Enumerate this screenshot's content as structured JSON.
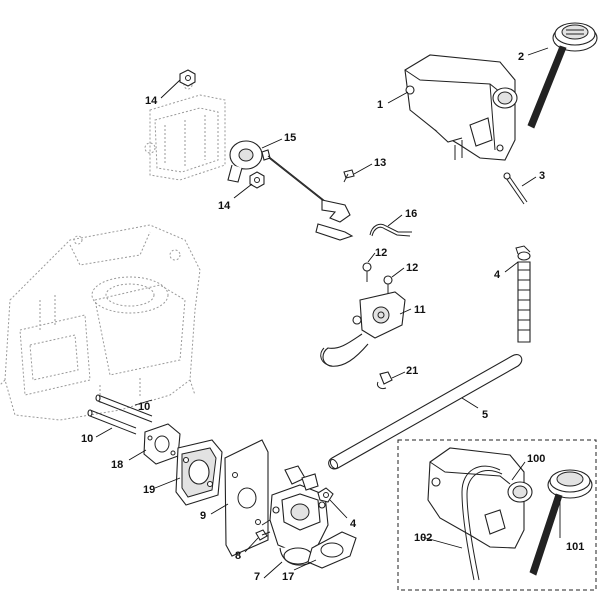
{
  "parts": [
    {
      "key": "p1",
      "number": "1",
      "part": "fuel tank"
    },
    {
      "key": "p2",
      "number": "2",
      "part": "fuel cap"
    },
    {
      "key": "p3",
      "number": "3",
      "part": "screw"
    },
    {
      "key": "p4",
      "number": "4",
      "part": "hose clamp"
    },
    {
      "key": "p4b",
      "number": "4",
      "part": "hose clamp"
    },
    {
      "key": "p5",
      "number": "5",
      "part": "fuel hose"
    },
    {
      "key": "p7",
      "number": "7",
      "part": "carburetor"
    },
    {
      "key": "p8",
      "number": "8",
      "part": "drain screw"
    },
    {
      "key": "p9",
      "number": "9",
      "part": "heat shield"
    },
    {
      "key": "p10a",
      "number": "10",
      "part": "stud"
    },
    {
      "key": "p10b",
      "number": "10",
      "part": "stud"
    },
    {
      "key": "p11",
      "number": "11",
      "part": "fuel valve"
    },
    {
      "key": "p12a",
      "number": "12",
      "part": "screw"
    },
    {
      "key": "p12b",
      "number": "12",
      "part": "screw"
    },
    {
      "key": "p13",
      "number": "13",
      "part": "screw"
    },
    {
      "key": "p14a",
      "number": "14",
      "part": "nut"
    },
    {
      "key": "p14b",
      "number": "14",
      "part": "nut"
    },
    {
      "key": "p15",
      "number": "15",
      "part": "muffler bracket"
    },
    {
      "key": "p16",
      "number": "16",
      "part": "clip"
    },
    {
      "key": "p17",
      "number": "17",
      "part": "gasket"
    },
    {
      "key": "p18",
      "number": "18",
      "part": "gasket"
    },
    {
      "key": "p19",
      "number": "19",
      "part": "insulator"
    },
    {
      "key": "p21",
      "number": "21",
      "part": "clip"
    },
    {
      "key": "p100",
      "number": "100",
      "part": "fuel tank assembly"
    },
    {
      "key": "p101",
      "number": "101",
      "part": "fuel cap"
    },
    {
      "key": "p102",
      "number": "102",
      "part": "fuel hose"
    }
  ]
}
